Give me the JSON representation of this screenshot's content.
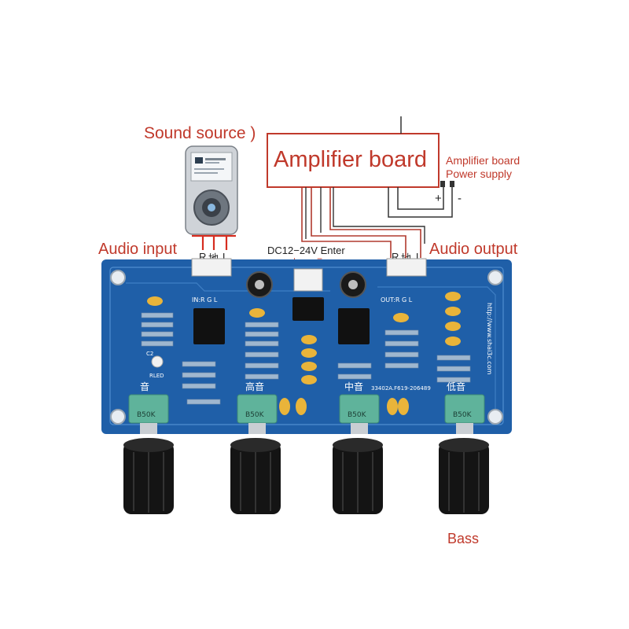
{
  "labels": {
    "sound_source": "Sound source )",
    "amplifier_board": "Amplifier board",
    "amp_power_line1": "Amplifier board",
    "amp_power_line2": "Power supply",
    "plus": "+",
    "minus": "-",
    "audio_input": "Audio input",
    "audio_output": "Audio output",
    "dc_enter": "DC12−24V Enter",
    "dc_plus": "+",
    "dc_minus": "−",
    "in_r": "R",
    "in_gnd": "地",
    "in_l": "L",
    "out_r": "R",
    "out_gnd": "地",
    "out_l": "L",
    "bass": "Bass"
  },
  "board": {
    "silkscreen_in": "IN:R  G  L",
    "silkscreen_out": "OUT:R  G  L",
    "url": "http://www.shai3c.com",
    "code": "33402A.F619-206489",
    "knob_labels": [
      "音",
      "高音",
      "中音",
      "低音"
    ],
    "pot_value": "B50K",
    "led_label": "RLED",
    "c_label": "C2"
  },
  "colors": {
    "pcb": "#1f5fa8",
    "pcb_dark": "#174a86",
    "label_red": "#c0392b",
    "wire": "#b03a2e",
    "knob": "#141414",
    "pot": "#5fb39b",
    "cap_yellow": "#e9b43a"
  }
}
